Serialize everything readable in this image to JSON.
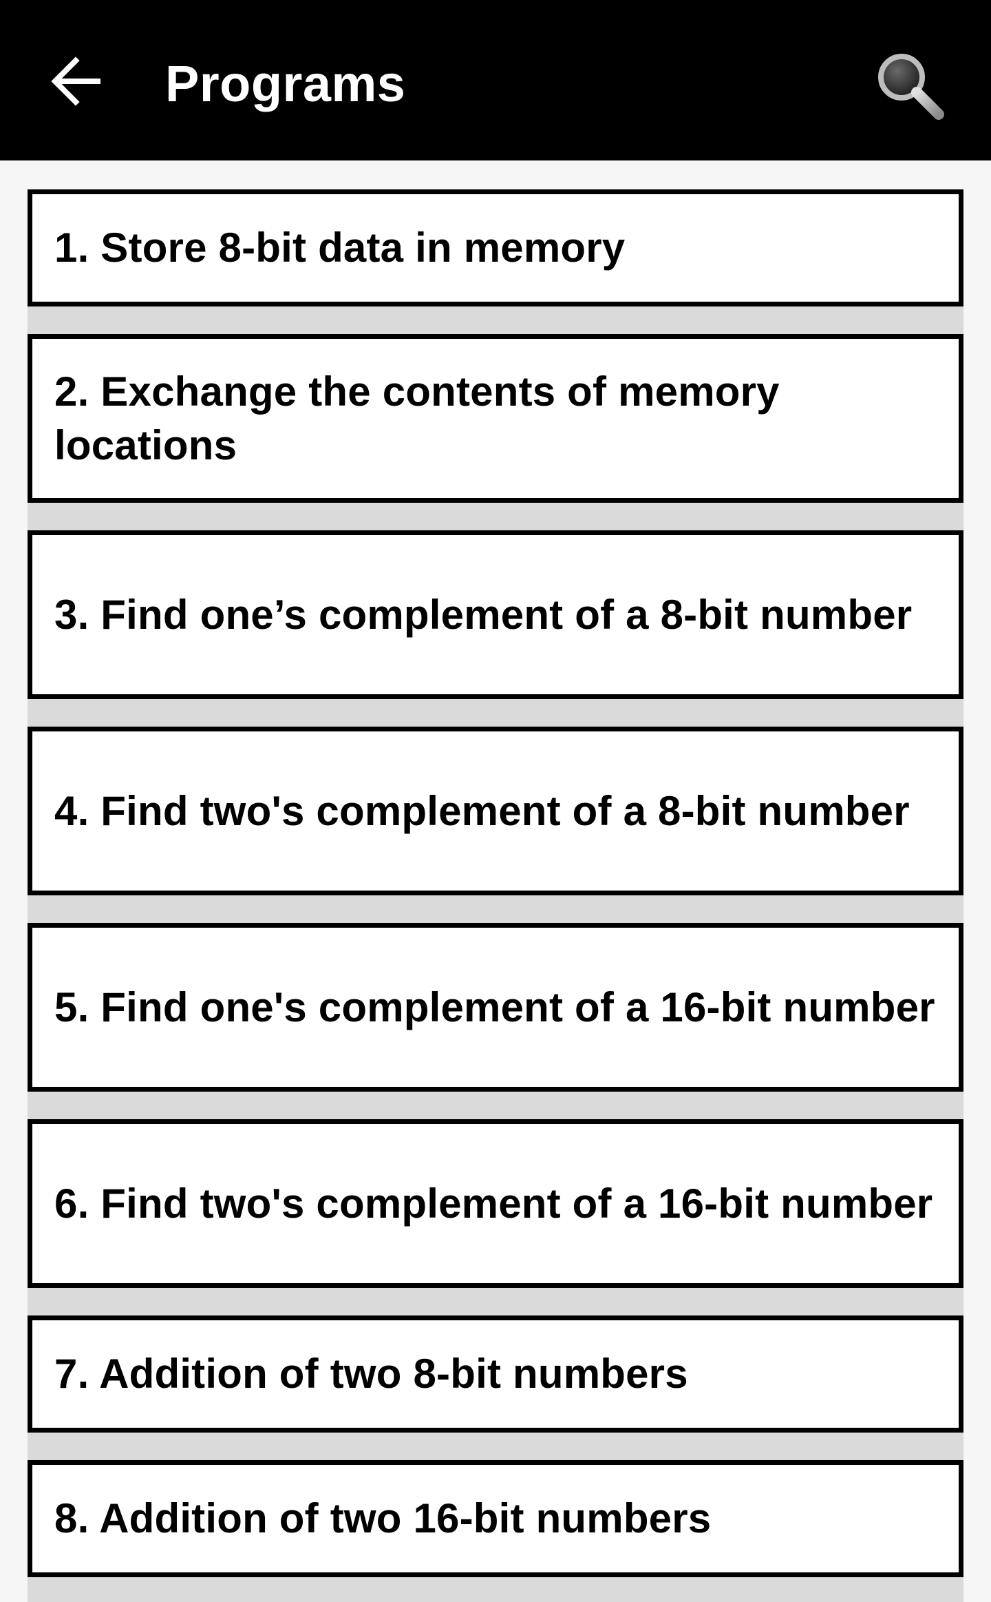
{
  "app_bar": {
    "title": "Programs",
    "back_icon": "arrow-left-icon",
    "search_icon": "search-icon",
    "background": "#000000",
    "foreground": "#ffffff"
  },
  "programs": [
    {
      "label": "1. Store 8-bit data in memory"
    },
    {
      "label": "2. Exchange the contents of memory locations"
    },
    {
      "label": "3. Find one’s complement of a 8-bit number"
    },
    {
      "label": "4. Find two's complement of a 8-bit number"
    },
    {
      "label": "5. Find one's complement of a 16-bit number"
    },
    {
      "label": "6. Find two's complement of a 16-bit number"
    },
    {
      "label": "7. Addition of two 8-bit numbers"
    },
    {
      "label": "8. Addition of two 16-bit numbers"
    }
  ],
  "colors": {
    "page_background": "#f6f6f6",
    "list_gap": "#dadada",
    "card_background": "#ffffff",
    "card_border": "#000000"
  }
}
